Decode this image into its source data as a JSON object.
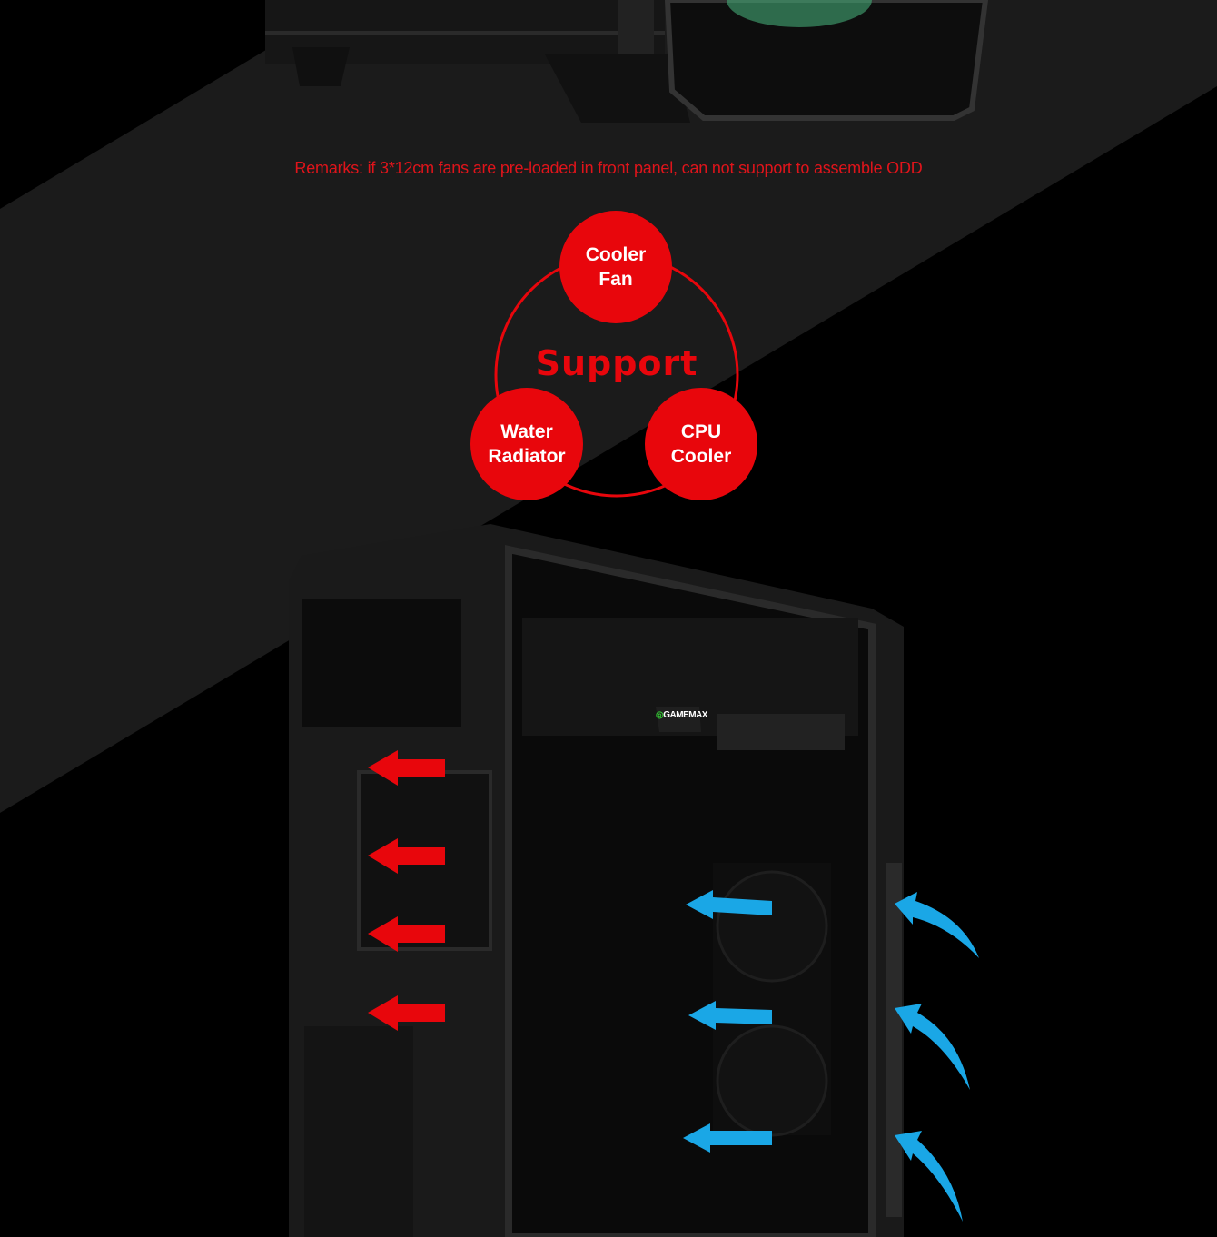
{
  "remarks": "Remarks: if 3*12cm fans are pre-loaded in front panel, can not support to assemble ODD",
  "support": {
    "title": "Support",
    "items": [
      "Cooler\nFan",
      "Water\nRadiator",
      "CPU\nCooler"
    ]
  },
  "brand_logo": "GAMEMAX",
  "colors": {
    "accent": "#e8060c",
    "airflow_in": "#1aa7e6",
    "airflow_out": "#e8060c"
  }
}
